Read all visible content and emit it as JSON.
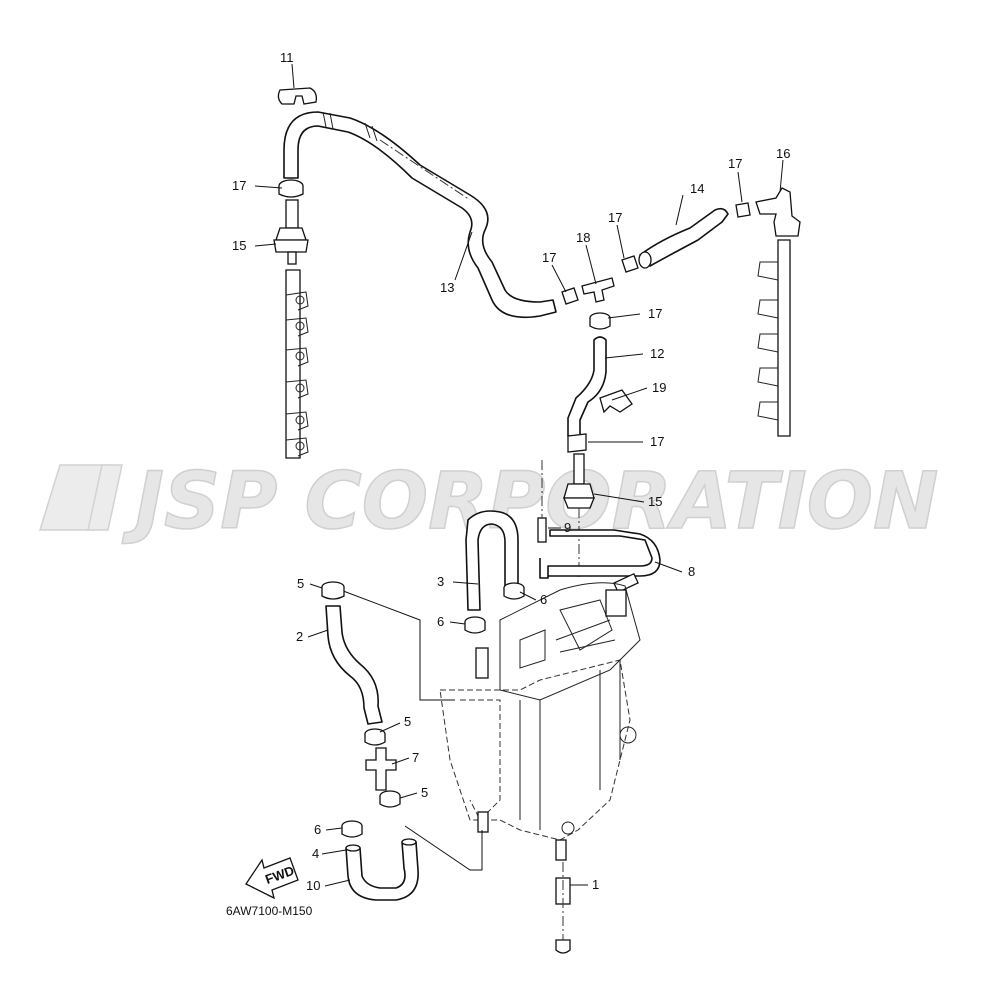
{
  "watermark": {
    "text": "JSP CORPORATION"
  },
  "diagram_code": "6AW7100-M150",
  "fwd_arrow": {
    "label": "FWD"
  },
  "callouts": {
    "c11": "11",
    "c17a": "17",
    "c15a": "15",
    "c13": "13",
    "c14": "14",
    "c17b": "17",
    "c16": "16",
    "c17c": "17",
    "c18": "18",
    "c17d": "17",
    "c17e": "17",
    "c12": "12",
    "c19": "19",
    "c17f": "17",
    "c15b": "15",
    "c9": "9",
    "c8": "8",
    "c3": "3",
    "c6a": "6",
    "c5a": "5",
    "c6b": "6",
    "c2": "2",
    "c5b": "5",
    "c7": "7",
    "c5c": "5",
    "c6c": "6",
    "c4": "4",
    "c10": "10",
    "c1": "1"
  }
}
